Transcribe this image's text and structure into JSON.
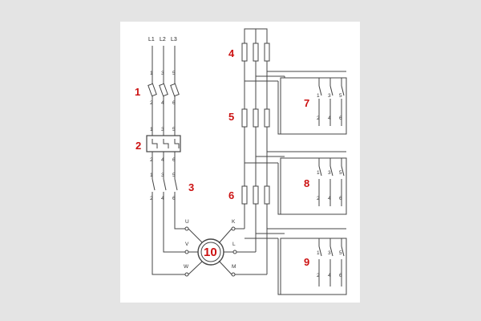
{
  "colors": {
    "background": "#e4e4e4",
    "panel": "#ffffff",
    "wire": "#444444",
    "callout": "#cc1111"
  },
  "phases": [
    "L1",
    "L2",
    "L3"
  ],
  "terminals": {
    "top": [
      "1",
      "3",
      "5"
    ],
    "bottom": [
      "2",
      "4",
      "6"
    ],
    "motor": [
      "U",
      "V",
      "W",
      "K",
      "L",
      "M"
    ]
  },
  "callouts": [
    "1",
    "2",
    "3",
    "4",
    "5",
    "6",
    "7",
    "8",
    "9",
    "10"
  ]
}
